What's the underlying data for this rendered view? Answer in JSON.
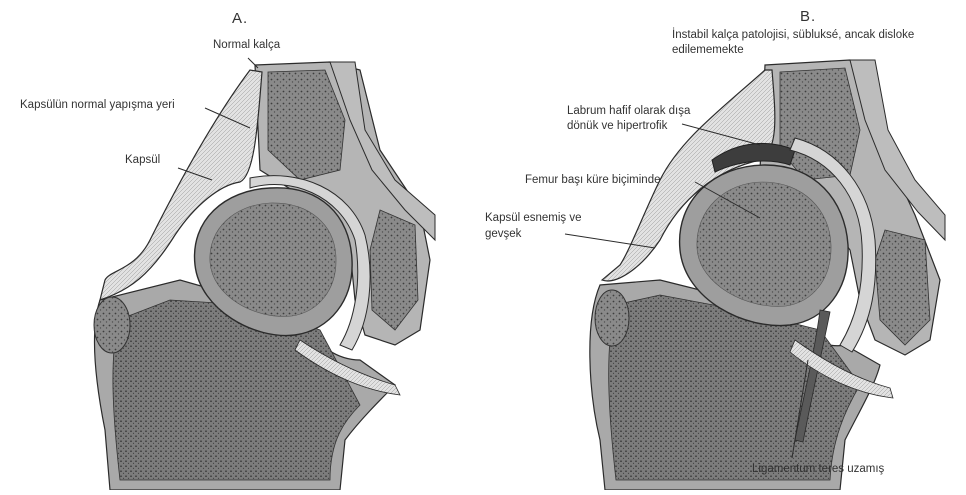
{
  "panel_a": {
    "letter": "A.",
    "labels": {
      "normal_hip": "Normal kalça",
      "capsule_attachment": "Kapsülün normal yapışma yeri",
      "capsule": "Kapsül"
    }
  },
  "panel_b": {
    "letter": "B.",
    "labels": {
      "title_line1": "İnstabil kalça patolojisi, sübluksé, ancak disloke",
      "title_line2": "edilememekte",
      "labrum_line1": "Labrum hafif olarak dışa",
      "labrum_line2": "dönük ve hipertrofik",
      "femoral_head": "Femur başı küre biçiminde",
      "capsule_stretched_line1": "Kapsül esnemiş ve",
      "capsule_stretched_line2": "gevşek",
      "ligamentum": "Ligamentum teres uzamış"
    }
  },
  "colors": {
    "bone_gray": "#8e8e8e",
    "cartilage": "#b8b8b8",
    "soft_tissue": "#d8d8d8",
    "dark_tissue": "#4a4a4a",
    "line": "#2b2b2b"
  }
}
